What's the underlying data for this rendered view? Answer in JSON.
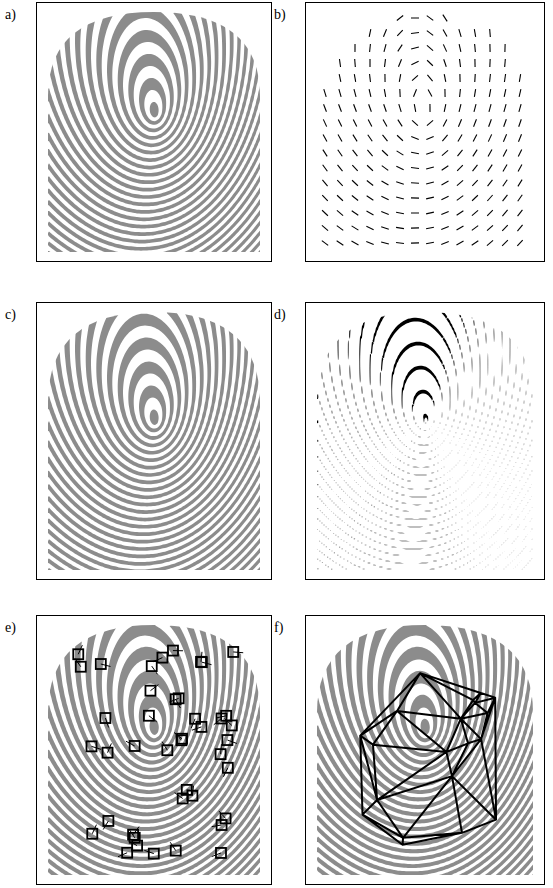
{
  "diagram": {
    "nodes": [
      {
        "text": [
          "a)"
        ]
      },
      {
        "text": [
          "b)"
        ]
      },
      {
        "text": [
          "c)"
        ]
      },
      {
        "text": [
          "d)"
        ]
      },
      {
        "text": [
          "e)"
        ]
      },
      {
        "text": [
          "f)"
        ]
      }
    ]
  }
}
